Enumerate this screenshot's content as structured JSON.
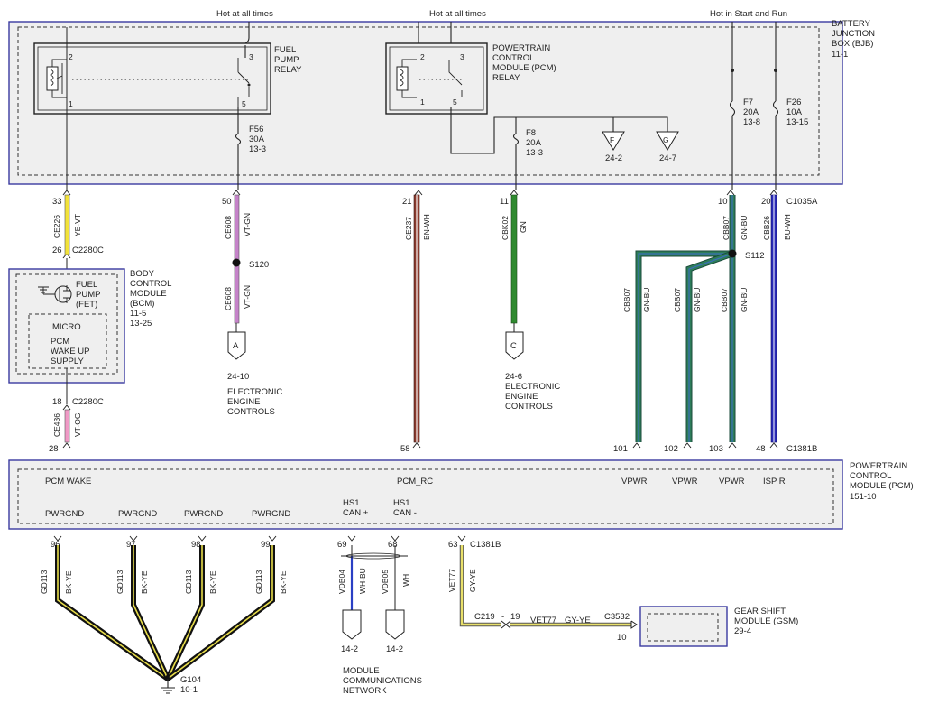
{
  "bjb": {
    "title_lines": [
      "BATTERY",
      "JUNCTION",
      "BOX (BJB)"
    ],
    "page": "11-1"
  },
  "hot_labels": {
    "always_1": "Hot at all times",
    "always_2": "Hot at all times",
    "start_run": "Hot in Start and Run"
  },
  "fuel_pump_relay": {
    "lines": [
      "FUEL",
      "PUMP",
      "RELAY"
    ],
    "pins": [
      "2",
      "3",
      "1",
      "5"
    ]
  },
  "pcm_relay": {
    "lines": [
      "POWERTRAIN",
      "CONTROL",
      "MODULE (PCM)",
      "RELAY"
    ],
    "pins": [
      "2",
      "3",
      "1",
      "5"
    ]
  },
  "fuses": {
    "f56": [
      "F56",
      "30A",
      "13-3"
    ],
    "f8": [
      "F8",
      "20A",
      "13-3"
    ],
    "f7": [
      "F7",
      "20A",
      "13-8"
    ],
    "f26": [
      "F26",
      "10A",
      "13-15"
    ]
  },
  "grounds": {
    "f": {
      "letter": "F",
      "page": "24-2"
    },
    "g": {
      "letter": "G",
      "page": "24-7"
    }
  },
  "bjb_pins": {
    "p33": "33",
    "p50": "50",
    "p21": "21",
    "p11": "11",
    "p10": "10",
    "p20": "20",
    "connector": "C1035A"
  },
  "wires": {
    "ce226": {
      "circuit": "CE226",
      "color": "YE-VT"
    },
    "ce608_top": {
      "circuit": "CE608",
      "color": "VT-GN"
    },
    "ce608_bot": {
      "circuit": "CE608",
      "color": "VT-GN"
    },
    "ce237": {
      "circuit": "CE237",
      "color": "BN-WH"
    },
    "cbk02": {
      "circuit": "CBK02",
      "color": "GN"
    },
    "cbb07_top": {
      "circuit": "CBB07",
      "color": "GN-BU"
    },
    "cbb26": {
      "circuit": "CBB26",
      "color": "BU-WH"
    },
    "cbb07_a": {
      "circuit": "CBB07",
      "color": "GN-BU"
    },
    "cbb07_b": {
      "circuit": "CBB07",
      "color": "GN-BU"
    },
    "cbb07_c": {
      "circuit": "CBB07",
      "color": "GN-BU"
    },
    "ce436": {
      "circuit": "CE436",
      "color": "VT-OG"
    },
    "gd113_1": {
      "circuit": "GD113",
      "color": "BK-YE"
    },
    "gd113_2": {
      "circuit": "GD113",
      "color": "BK-YE"
    },
    "gd113_3": {
      "circuit": "GD113",
      "color": "BK-YE"
    },
    "gd113_4": {
      "circuit": "GD113",
      "color": "BK-YE"
    },
    "vdb04": {
      "circuit": "VDB04",
      "color": "WH-BU"
    },
    "vdb05": {
      "circuit": "VDB05",
      "color": "WH"
    },
    "vet77": {
      "circuit": "VET77",
      "color": "GY-YE"
    },
    "vet77_h": {
      "circuit": "VET77",
      "color": "GY-YE"
    }
  },
  "c2280c": {
    "pin_top": "26",
    "name_top": "C2280C",
    "pin_bot": "18",
    "name_bot": "C2280C"
  },
  "bcm": {
    "lines": [
      "BODY",
      "CONTROL",
      "MODULE",
      "(BCM)",
      "11-5",
      "13-25"
    ],
    "fet": [
      "FUEL",
      "PUMP",
      "(FET)"
    ],
    "micro": "MICRO",
    "supply": [
      "PCM",
      "WAKE UP",
      "SUPPLY"
    ]
  },
  "splices": {
    "s120": "S120",
    "s112": "S112"
  },
  "connectors": {
    "a": {
      "letter": "A",
      "lines": [
        "24-10",
        "ELECTRONIC",
        "ENGINE",
        "CONTROLS"
      ]
    },
    "c": {
      "letter": "C",
      "lines": [
        "24-6",
        "ELECTRONIC",
        "ENGINE",
        "CONTROLS"
      ]
    }
  },
  "pcm_top_pins": {
    "p28": "28",
    "p58": "58",
    "p101": "101",
    "p102": "102",
    "p103": "103",
    "p48": "48",
    "connector": "C1381B"
  },
  "pcm": {
    "title_lines": [
      "POWERTRAIN",
      "CONTROL",
      "MODULE (PCM)",
      "151-10"
    ],
    "pcm_wake": "PCM WAKE",
    "pcm_rc": "PCM_RC",
    "vpwr1": "VPWR",
    "vpwr2": "VPWR",
    "vpwr3": "VPWR",
    "isp_r": "ISP R",
    "pwrgnd1": "PWRGND",
    "pwrgnd2": "PWRGND",
    "pwrgnd3": "PWRGND",
    "pwrgnd4": "PWRGND",
    "hs1_can_plus": [
      "HS1",
      "CAN +"
    ],
    "hs1_can_minus": [
      "HS1",
      "CAN -"
    ]
  },
  "pcm_bottom_pins": {
    "p96": "96",
    "p97": "97",
    "p98": "98",
    "p99": "99",
    "p69": "69",
    "p68": "68",
    "p63": "63",
    "connector": "C1381B"
  },
  "g104": {
    "name": "G104",
    "page": "10-1"
  },
  "mcn": {
    "page1": "14-2",
    "page2": "14-2",
    "lines": [
      "MODULE",
      "COMMUNICATIONS",
      "NETWORK"
    ]
  },
  "c219": {
    "name": "C219",
    "sep": "-",
    "pin": "19"
  },
  "c3532": {
    "name": "C3532",
    "pin": "10"
  },
  "gsm": {
    "lines": [
      "GEAR SHIFT",
      "MODULE (GSM)",
      "29-4"
    ]
  }
}
